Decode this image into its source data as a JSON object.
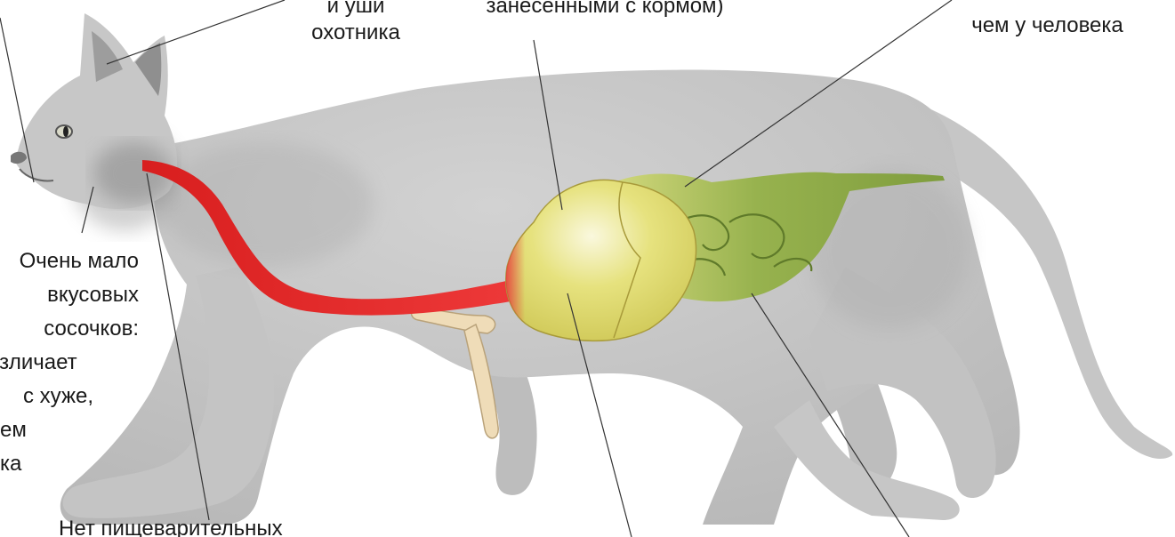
{
  "labels": {
    "eyes_ears": [
      "и уши",
      "охотника"
    ],
    "digestion_top": "занесенными с кормом)",
    "intestine_top": "чем у человека",
    "taste": [
      "Очень мало",
      "вкусовых",
      "сосочков:",
      "азличает",
      "с хуже,",
      "ем",
      "ка"
    ],
    "no_enzymes": "Нет пищеварительных"
  },
  "colors": {
    "body": "#c9c9c9",
    "body_shadow": "#a9a9a9",
    "esophagus": "#e32a2a",
    "stomach": "#e0dc78",
    "intestine": "#8fae4a",
    "bone": "#efdcb8",
    "leader_line": "#333333"
  }
}
